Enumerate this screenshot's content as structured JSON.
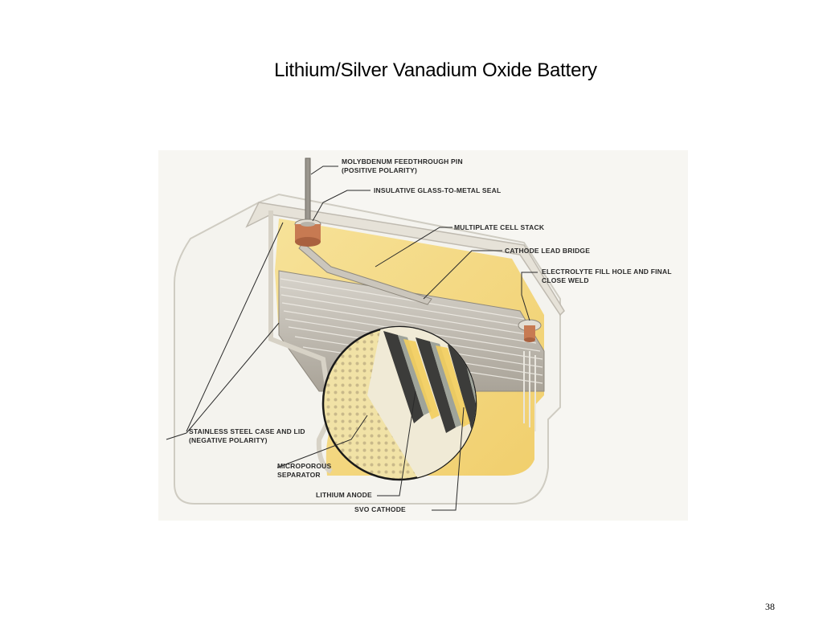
{
  "slide": {
    "title": "Lithium/Silver Vanadium Oxide Battery",
    "page_number": "38"
  },
  "diagram": {
    "labels": {
      "feedthrough_pin_line1": "MOLYBDENUM FEEDTHROUGH PIN",
      "feedthrough_pin_line2": "(POSITIVE POLARITY)",
      "glass_seal": "INSULATIVE GLASS-TO-METAL SEAL",
      "cell_stack": "MULTIPLATE CELL STACK",
      "lead_bridge": "CATHODE LEAD BRIDGE",
      "fill_hole_line1": "ELECTROLYTE FILL HOLE AND FINAL",
      "fill_hole_line2": "CLOSE WELD",
      "case_line1": "STAINLESS STEEL CASE AND LID",
      "case_line2": "(NEGATIVE POLARITY)",
      "separator_line1": "MICROPOROUS",
      "separator_line2": "SEPARATOR",
      "anode": "LITHIUM ANODE",
      "cathode": "SVO CATHODE"
    },
    "colors": {
      "electrolyte_yellow": "#f3d36b",
      "case_white": "#f4f3ee",
      "stack_gray": "#b9b4ab",
      "copper_seal": "#c77a52"
    }
  }
}
